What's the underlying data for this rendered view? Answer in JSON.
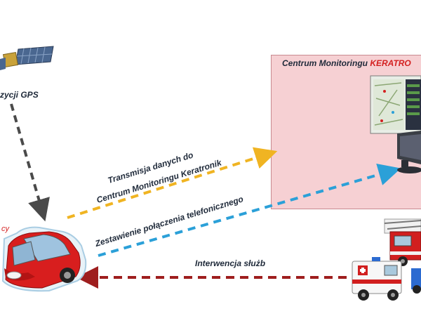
{
  "gps_label": "zycji GPS",
  "car_label_fragment": "cy",
  "center": {
    "title_prefix": "Centrum  Monitoringu ",
    "title_brand": "KERATRO",
    "brand_color": "#d42020",
    "box_color": "#f6d0d3"
  },
  "arrows": {
    "transmission_line1": "Transmisja danych do",
    "transmission_line2": "Centrum Monitoringu Keratronik",
    "transmission_color": "#f0b422",
    "call_label": "Zestawienie połączenia telefonicznego",
    "call_color": "#2ba0d8",
    "intervention_label": "Interwencja służb",
    "intervention_color": "#9e1e1e",
    "gps_link_color": "#4a4a4a"
  }
}
